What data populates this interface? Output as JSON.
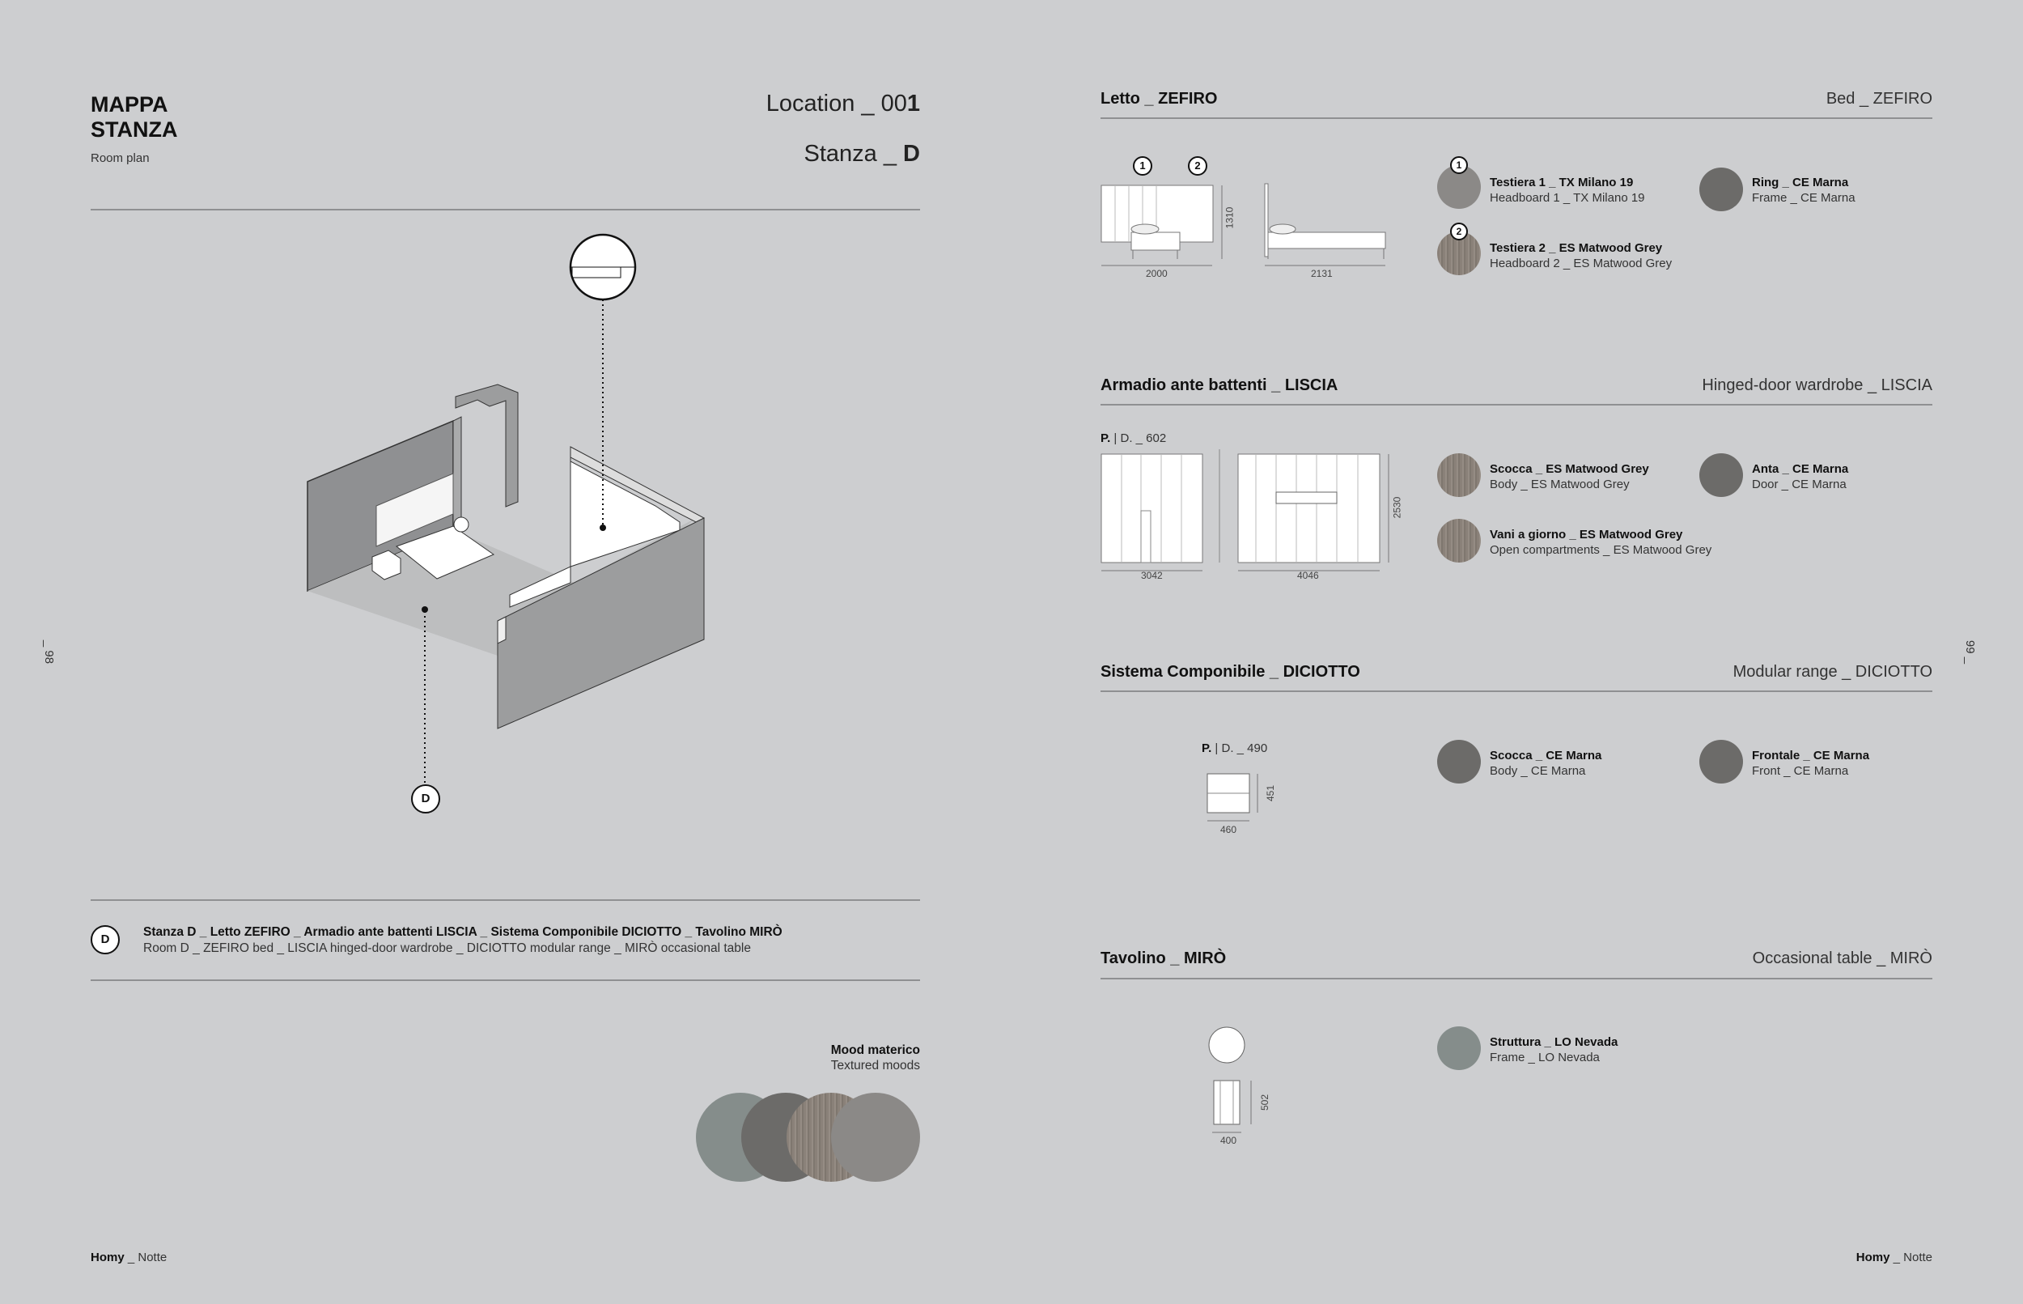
{
  "left": {
    "title_line1": "MAPPA",
    "title_line2": "STANZA",
    "subtitle": "Room plan",
    "location_prefix": "Location _ 00",
    "location_num": "1",
    "stanza_prefix": "Stanza _ ",
    "stanza_letter": "D",
    "marker": "D",
    "legend": {
      "badge": "D",
      "it": "Stanza D _ Letto ZEFIRO _ Armadio ante battenti LISCIA _ Sistema Componibile DICIOTTO _ Tavolino MIRÒ",
      "en": "Room D _ ZEFIRO bed _ LISCIA hinged-door wardrobe _ DICIOTTO modular range _ MIRÒ occasional table"
    },
    "mood": {
      "title": "Mood materico",
      "subtitle": "Textured moods",
      "colors": [
        "#858d8b",
        "#6c6b69",
        "#8e857d",
        "#8b8987"
      ]
    },
    "page_number": "_ 98",
    "footer_brand": "Homy",
    "footer_rest": " _ Notte"
  },
  "right": {
    "page_number": "99 _",
    "footer_brand": "Homy",
    "footer_rest": " _ Notte",
    "sections": [
      {
        "title_it": "Letto _  ZEFIRO",
        "title_en": "Bed _  ZEFIRO",
        "dims": [
          "2000",
          "2131",
          "1310"
        ],
        "badges": [
          "1",
          "2"
        ],
        "swatches": [
          {
            "badge": "1",
            "name": "Testiera 1 _ TX Milano 19",
            "sub": "Headboard 1  _ TX Milano 19"
          },
          {
            "name": "Ring _  CE Marna",
            "sub": "Frame _ CE Marna"
          },
          {
            "badge": "2",
            "name": "Testiera 2 _ ES Matwood Grey",
            "sub": "Headboard 2 _ ES Matwood Grey"
          }
        ]
      },
      {
        "title_it": "Armadio ante battenti _ LISCIA",
        "title_en": "Hinged-door wardrobe _ LISCIA",
        "depth_p": "P.",
        "depth_rest": " | D. _ 602",
        "dims": [
          "3042",
          "4046",
          "2530"
        ],
        "swatches": [
          {
            "name": "Scocca _ ES Matwood Grey",
            "sub": "Body _ ES Matwood Grey"
          },
          {
            "name": "Anta _ CE Marna",
            "sub": "Door _ CE Marna"
          },
          {
            "name": "Vani a giorno _ ES Matwood Grey",
            "sub": "Open compartments _ ES Matwood Grey"
          }
        ]
      },
      {
        "title_it": "Sistema Componibile _ DICIOTTO",
        "title_en": "Modular range _ DICIOTTO",
        "depth_p": "P.",
        "depth_rest": " | D. _ 490",
        "dims": [
          "460",
          "451"
        ],
        "swatches": [
          {
            "name": "Scocca _ CE Marna",
            "sub": "Body _ CE Marna"
          },
          {
            "name": "Frontale _ CE Marna",
            "sub": "Front _ CE Marna"
          }
        ]
      },
      {
        "title_it": "Tavolino _ MIRÒ",
        "title_en": "Occasional table _ MIRÒ",
        "dims": [
          "400",
          "502"
        ],
        "swatches": [
          {
            "name": "Struttura _ LO Nevada",
            "sub": "Frame _ LO Nevada"
          }
        ]
      }
    ]
  }
}
